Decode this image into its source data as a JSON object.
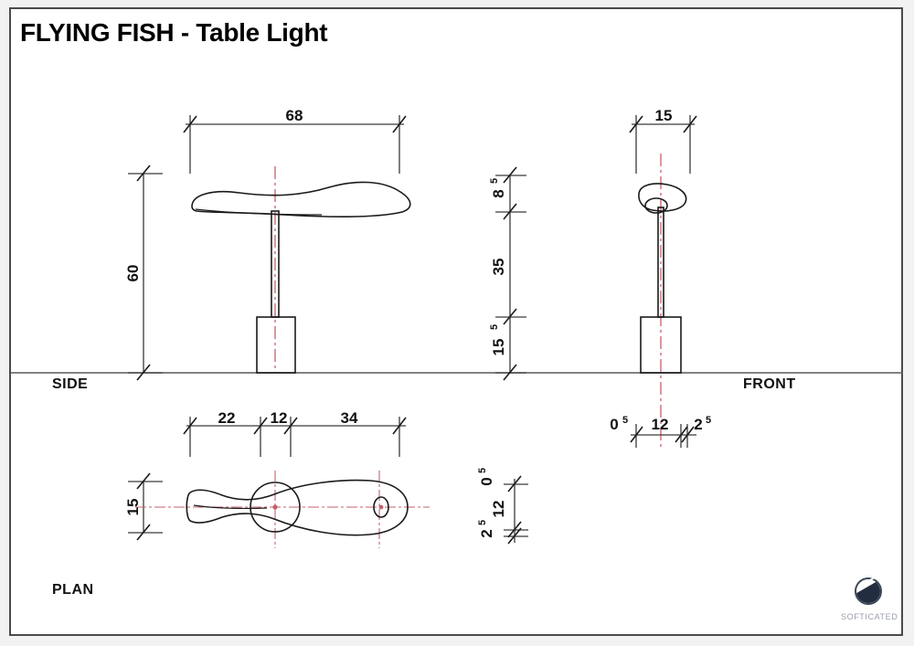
{
  "document": {
    "title": "FLYING FISH - Table Light"
  },
  "views": {
    "side_label": "SIDE",
    "front_label": "FRONT",
    "plan_label": "PLAN"
  },
  "logo": {
    "name": "SOFTICATED",
    "color": "#232d40",
    "text_color": "#9aa0aa"
  },
  "colors": {
    "outline": "#1a1a1a",
    "dimension": "#3a3a3a",
    "centerline": "#c4616b",
    "border": "#4a4a4a",
    "page_margin": "#f2f2f2",
    "paper": "#ffffff"
  },
  "dimensions": {
    "side_width": "68",
    "side_height": "60",
    "front_width": "15",
    "front_head": "8",
    "front_head_sup": "5",
    "front_stem": "35",
    "front_base": "15",
    "front_base_sup": "5",
    "plan_seg_1": "22",
    "plan_seg_2": "12",
    "plan_seg_3": "34",
    "plan_depth": "15",
    "detail_h_1": "0",
    "detail_h_1_sup": "5",
    "detail_h_2": "12",
    "detail_h_3": "2",
    "detail_h_3_sup": "5",
    "detail_v_1": "0",
    "detail_v_1_sup": "5",
    "detail_v_2": "12",
    "detail_v_3": "2",
    "detail_v_3_sup": "5"
  }
}
